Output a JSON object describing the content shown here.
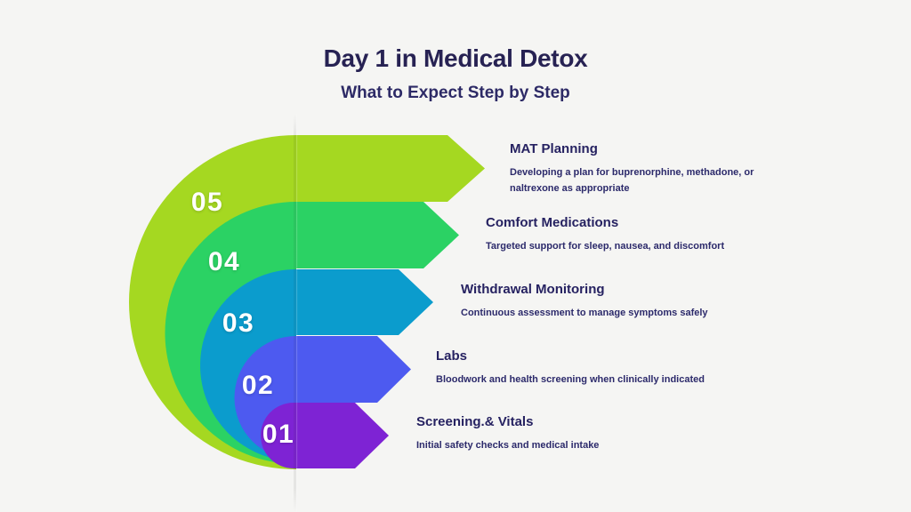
{
  "header": {
    "title": "Day 1 in Medical Detox",
    "subtitle": "What to Expect Step by Step"
  },
  "colors": {
    "background": "#f5f5f3",
    "heading_text": "#272253",
    "body_text": "#2c2a6b",
    "number_text": "#ffffff"
  },
  "steps": [
    {
      "number": "05",
      "title": "MAT Planning",
      "desc": "Developing a plan for buprenorphine, methadone, or naltrexone as appropriate",
      "color": "#a5d821"
    },
    {
      "number": "04",
      "title": "Comfort Medications",
      "desc": "Targeted support for sleep, nausea, and discomfort",
      "color": "#2bd264"
    },
    {
      "number": "03",
      "title": "Withdrawal Monitoring",
      "desc": "Continuous assessment to manage symptoms safely",
      "color": "#0b9ccd"
    },
    {
      "number": "02",
      "title": "Labs",
      "desc": "Bloodwork and health screening when clinically indicated",
      "color": "#4d5af0"
    },
    {
      "number": "01",
      "title": "Screening.& Vitals",
      "desc": "Initial safety checks and medical intake",
      "color": "#7e23d4"
    }
  ]
}
